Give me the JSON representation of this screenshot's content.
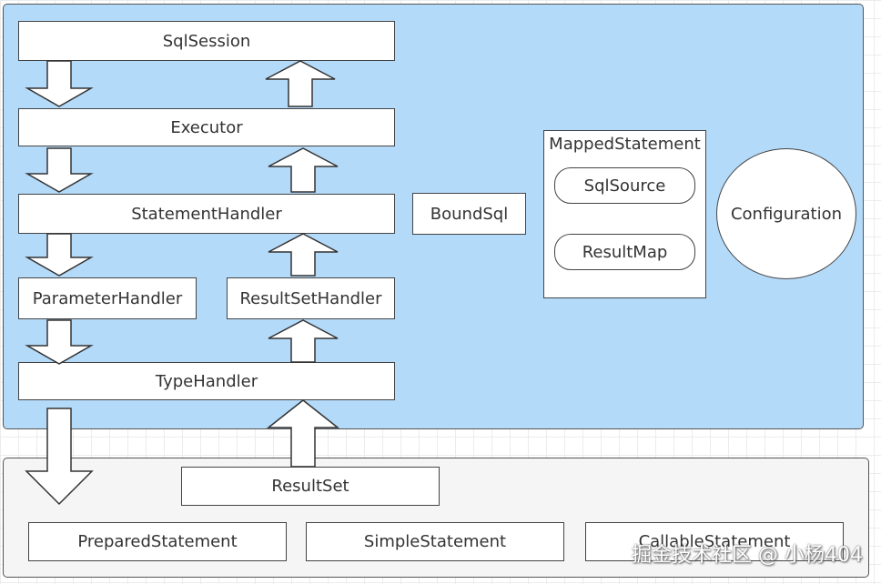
{
  "diagram": {
    "colors": {
      "top_panel": "#b4daf9",
      "bottom_panel": "#f5f5f5",
      "box_border": "#444444",
      "arrow_fill": "#ffffff",
      "arrow_stroke": "#333333"
    },
    "layers": {
      "sql_session": "SqlSession",
      "executor": "Executor",
      "statement_handler": "StatementHandler",
      "parameter_handler": "ParameterHandler",
      "result_set_handler": "ResultSetHandler",
      "type_handler": "TypeHandler"
    },
    "bound_sql": "BoundSql",
    "mapped_statement": {
      "title": "MappedStatement",
      "sql_source": "SqlSource",
      "result_map": "ResultMap"
    },
    "configuration": "Configuration",
    "jdbc": {
      "result_set": "ResultSet",
      "prepared_statement": "PreparedStatement",
      "simple_statement": "SimpleStatement",
      "callable_statement": "CallableStatement"
    },
    "watermark": "掘金技术社区 @ 小杨404"
  }
}
